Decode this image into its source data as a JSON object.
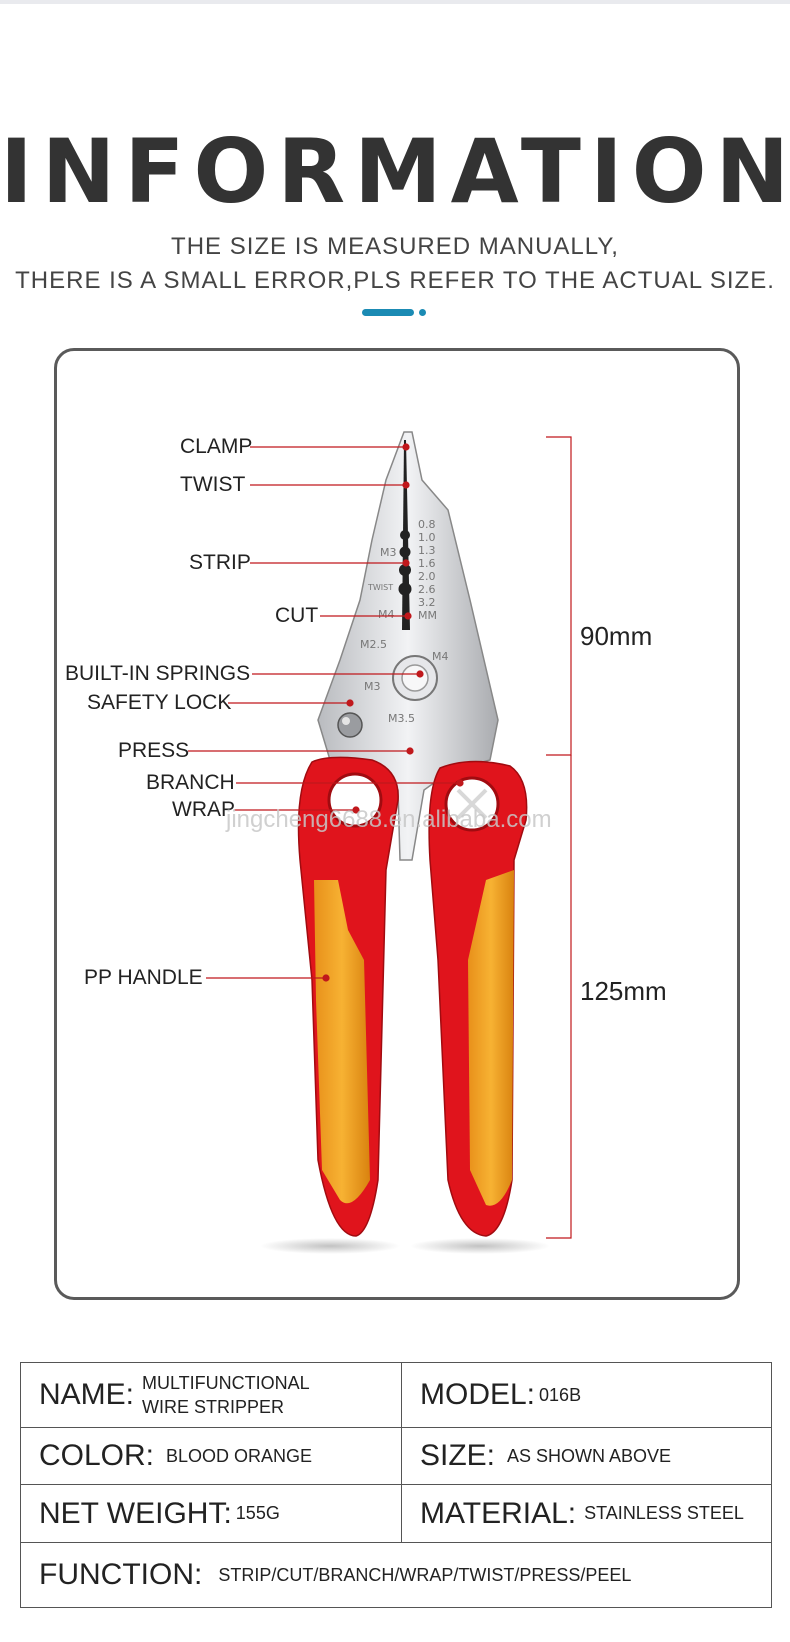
{
  "header": {
    "title": "INFORMATION",
    "subtitle_line1": "THE SIZE IS MEASURED MANUALLY,",
    "subtitle_line2": "THERE IS A SMALL ERROR,PLS REFER TO THE ACTUAL SIZE."
  },
  "diagram": {
    "callouts": [
      "CLAMP",
      "TWIST",
      "STRIP",
      "CUT",
      "BUILT-IN SPRINGS",
      "SAFETY LOCK",
      "PRESS",
      "BRANCH",
      "WRAP",
      "PP HANDLE"
    ],
    "dimension_top": "90mm",
    "dimension_bottom": "125mm",
    "watermark": "jingcheng6688.en.alibaba.com",
    "gauge_marks": [
      "0.8",
      "1.0",
      "1.3",
      "1.6",
      "2.0",
      "2.6",
      "3.2",
      "MM"
    ],
    "screw_marks": [
      "M3",
      "TWIST",
      "M4",
      "M2.5",
      "M4",
      "M3",
      "M3.5"
    ],
    "colors": {
      "handle_red": "#e0141c",
      "handle_orange": "#f0a21a",
      "steel": "#d8d9dc",
      "callout_line": "#c0181c"
    }
  },
  "specs": {
    "name_label": "NAME:",
    "name_value_1": "MULTIFUNCTIONAL",
    "name_value_2": "WIRE STRIPPER",
    "model_label": "MODEL:",
    "model_value": "016B",
    "color_label": "COLOR:",
    "color_value": "BLOOD ORANGE",
    "size_label": "SIZE:",
    "size_value": "AS SHOWN ABOVE",
    "weight_label": "NET WEIGHT:",
    "weight_value": "155G",
    "material_label": "MATERIAL:",
    "material_value": "STAINLESS STEEL",
    "function_label": "FUNCTION:",
    "function_value": "STRIP/CUT/BRANCH/WRAP/TWIST/PRESS/PEEL"
  }
}
